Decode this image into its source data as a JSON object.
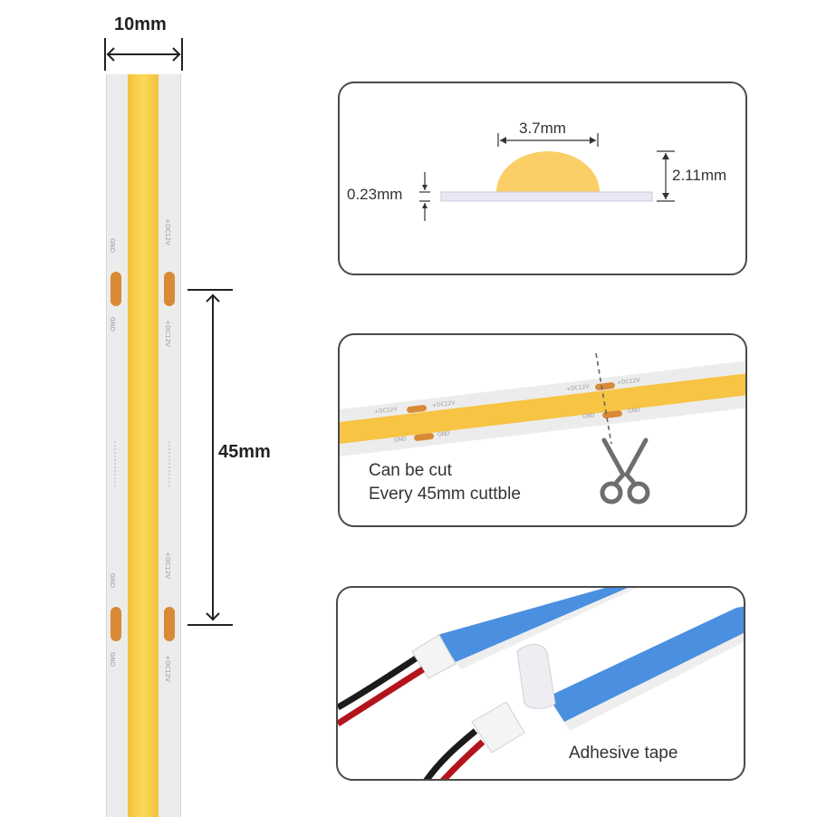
{
  "strip": {
    "width_label": "10mm",
    "cut_spacing_label": "45mm",
    "pad_label_left": "GND",
    "pad_label_right": "+DC12V",
    "colors": {
      "base": "#ececec",
      "led": "#f7cf4a",
      "pad": "#d88a35"
    }
  },
  "profile_panel": {
    "width_label": "3.7mm",
    "thickness_label": "0.23mm",
    "height_label": "2.11mm"
  },
  "cut_panel": {
    "caption_line1": "Can be cut",
    "caption_line2": "Every 45mm cuttble",
    "pad_label_pos": "+DC12V",
    "pad_label_gnd": "GND",
    "icon": "scissors-icon"
  },
  "tape_panel": {
    "caption": "Adhesive tape",
    "colors": {
      "tape": "#4a8fe0",
      "wire_red": "#b3141c",
      "wire_black": "#1b1b1b"
    }
  }
}
